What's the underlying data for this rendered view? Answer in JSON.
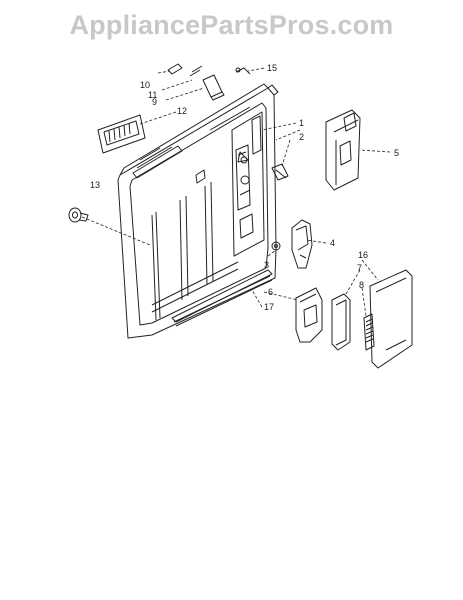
{
  "watermark": "AppliancePartsPros.com",
  "callouts": {
    "c1": "1",
    "c2": "2",
    "c3": "3",
    "c4": "4",
    "c5": "5",
    "c6": "6",
    "c7": "7",
    "c8": "8",
    "c9": "9",
    "c10": "10",
    "c11": "11",
    "c12": "12",
    "c13": "13",
    "c15": "15",
    "c16": "16",
    "c17": "17"
  }
}
